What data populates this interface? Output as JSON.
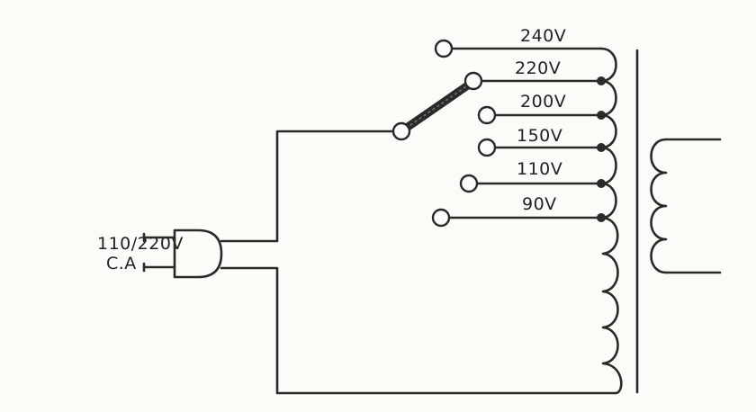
{
  "input": {
    "line1": "110/220V",
    "line2": "C.A"
  },
  "taps": [
    {
      "label": "240V"
    },
    {
      "label": "220V"
    },
    {
      "label": "200V"
    },
    {
      "label": "150V"
    },
    {
      "label": "110V"
    },
    {
      "label": "90V"
    }
  ],
  "colors": {
    "ink": "#2a2a2a",
    "paper": "#fbfbf8"
  }
}
